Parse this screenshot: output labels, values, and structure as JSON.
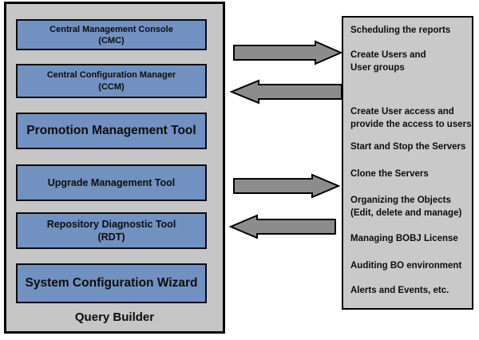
{
  "left_panel": {
    "label": "Query Builder",
    "boxes": [
      {
        "title": "Central Management Console",
        "subtitle": "(CMC)"
      },
      {
        "title": "Central Configuration Manager",
        "subtitle": "(CCM)"
      },
      {
        "title": "Promotion Management Tool",
        "subtitle": ""
      },
      {
        "title": "Upgrade Management Tool",
        "subtitle": ""
      },
      {
        "title": "Repository Diagnostic Tool",
        "subtitle": "(RDT)"
      },
      {
        "title": "System Configuration Wizard",
        "subtitle": ""
      }
    ]
  },
  "arrows": [
    {
      "direction": "right"
    },
    {
      "direction": "left"
    },
    {
      "direction": "right"
    },
    {
      "direction": "left"
    }
  ],
  "right_panel": {
    "items": [
      {
        "lines": [
          "Scheduling the reports"
        ]
      },
      {
        "lines": [
          "Create Users and",
          "User groups"
        ]
      },
      {
        "lines": [
          "Create User access and",
          "provide the access to users"
        ]
      },
      {
        "lines": [
          "Start and Stop the Servers"
        ]
      },
      {
        "lines": [
          "Clone the Servers"
        ]
      },
      {
        "lines": [
          "Organizing the Objects",
          "(Edit, delete and manage)"
        ]
      },
      {
        "lines": [
          "Managing BOBJ License"
        ]
      },
      {
        "lines": [
          "Auditing BO environment"
        ]
      },
      {
        "lines": [
          "Alerts and Events, etc."
        ]
      }
    ]
  },
  "colors": {
    "box_fill": "#7191c1",
    "panel_fill": "#c6c6c6",
    "arrow_fill": "#8c8c8c",
    "border": "#000000"
  }
}
